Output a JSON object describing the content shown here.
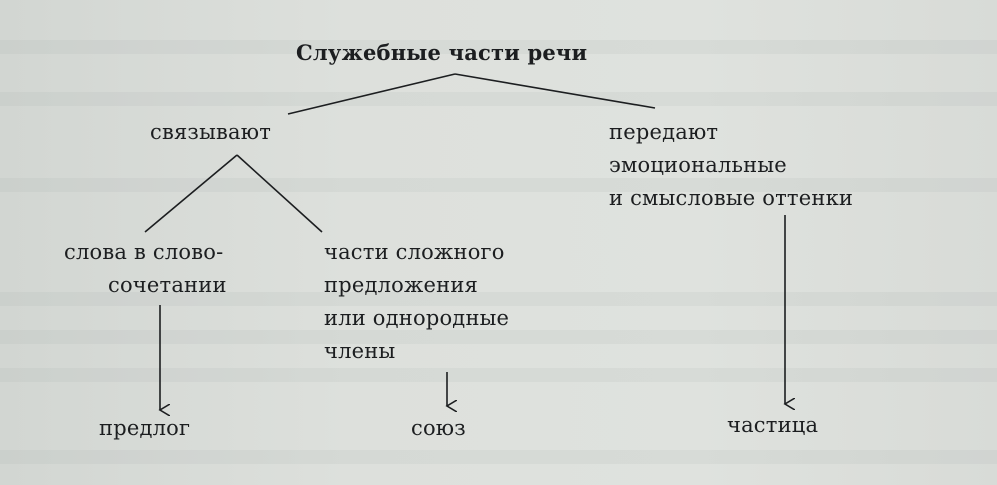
{
  "diagram": {
    "title": "Служебные части речи",
    "branch_left": "связывают",
    "branch_right": [
      "передают",
      "эмоциональные",
      "и смысловые оттенки"
    ],
    "sub_left": [
      "слова в слово-",
      "сочетании"
    ],
    "sub_right": [
      "части сложного",
      "предложения",
      "или однородные",
      "члены"
    ],
    "leaf_preposition": "предлог",
    "leaf_conjunction": "союз",
    "leaf_particle": "частица"
  },
  "colors": {
    "ink": "#1c1e20",
    "paper": "#dde0dc"
  }
}
